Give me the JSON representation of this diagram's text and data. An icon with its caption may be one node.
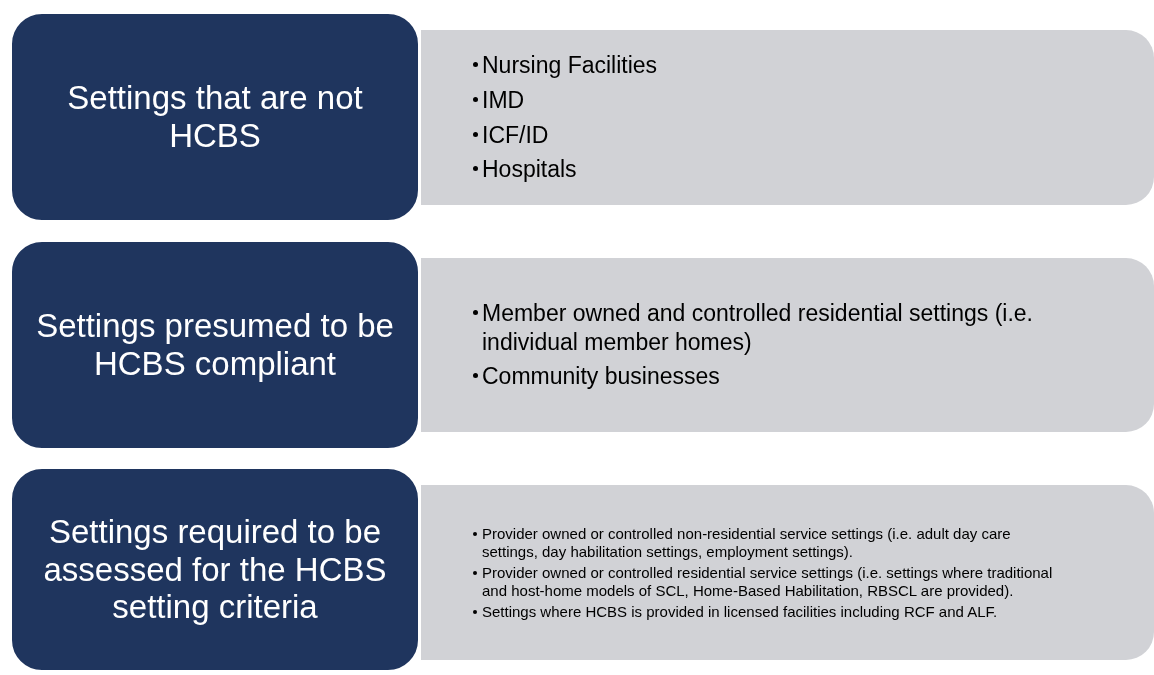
{
  "diagram": {
    "nodes": [
      {
        "text": [
          "Settings that are not HCBS"
        ]
      },
      {
        "text": [
          "Nursing Facilities",
          "IMD",
          "ICF/ID",
          "Hospitals"
        ]
      },
      {
        "text": [
          "Settings presumed to be HCBS compliant"
        ]
      },
      {
        "text": [
          "Member owned and controlled residential settings (i.e. individual member homes)",
          "Community businesses"
        ]
      },
      {
        "text": [
          "Settings required to be assessed for the HCBS setting criteria"
        ]
      },
      {
        "text": [
          "Provider owned or controlled non-residential service settings (i.e. adult day care settings, day habilitation settings, employment settings).",
          "Provider owned or controlled residential service settings (i.e. settings where traditional and host-home models of SCL, Home-Based Habilitation, RBSCL are provided).",
          "Settings where HCBS is provided in licensed facilities including RCF and ALF."
        ]
      }
    ]
  }
}
